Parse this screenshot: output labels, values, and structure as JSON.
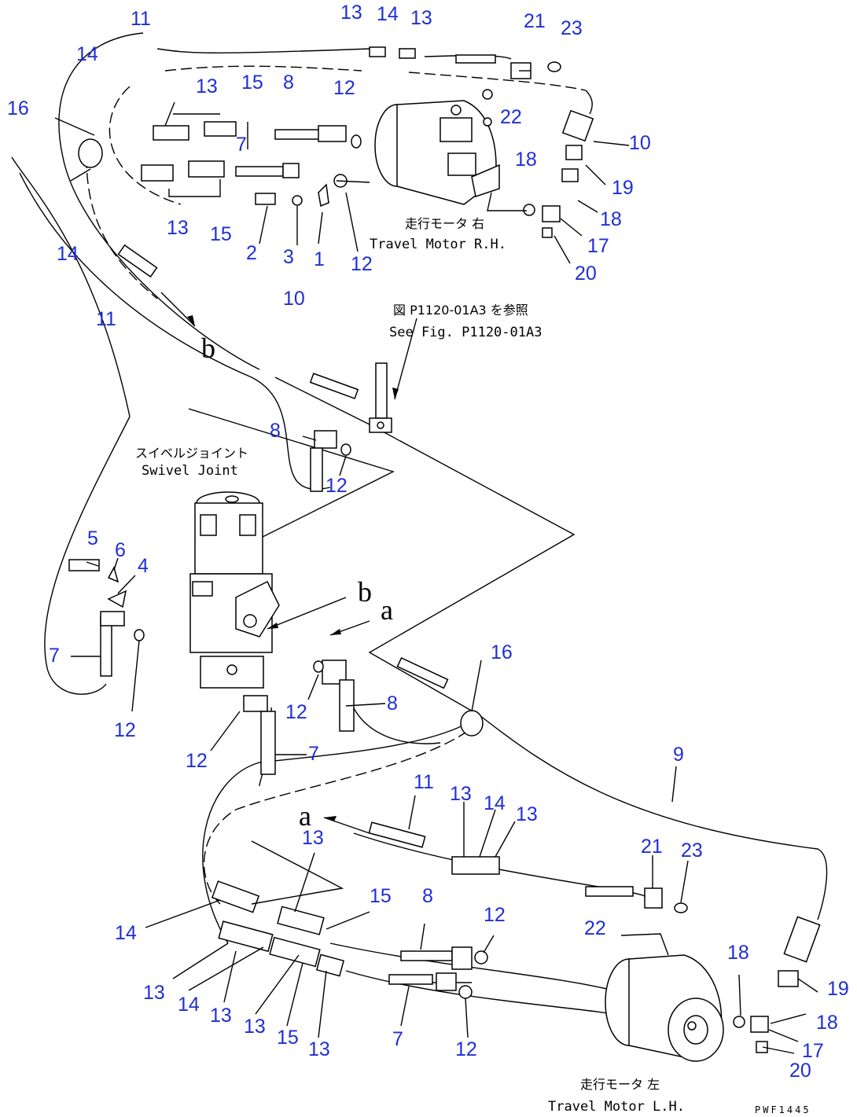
{
  "labels": {
    "travel_motor_rh_ja": "走行モータ 右",
    "travel_motor_rh_en": "Travel Motor R.H.",
    "travel_motor_lh_ja": "走行モータ 左",
    "travel_motor_lh_en": "Travel Motor L.H.",
    "swivel_joint_ja": "スイベルジョイント",
    "swivel_joint_en": "Swivel Joint",
    "see_fig_ja": "図 P1120-01A3 を参照",
    "see_fig_en": "See Fig. P1120-01A3",
    "ref_a": "a",
    "ref_b": "b",
    "drawing_number": "PWF1445"
  },
  "callouts": {
    "c1": "11",
    "c2": "13",
    "c3": "14",
    "c4": "13",
    "c5": "21",
    "c6": "23",
    "c7": "14",
    "c8": "13",
    "c9": "15",
    "c10": "8",
    "c11": "12",
    "c12": "16",
    "c13": "7",
    "c14": "22",
    "c15": "10",
    "c16": "18",
    "c17": "19",
    "c18": "18",
    "c19": "13",
    "c20": "15",
    "c21": "2",
    "c22": "3",
    "c23": "1",
    "c24": "12",
    "c25": "17",
    "c26": "14",
    "c27": "20",
    "c28": "11",
    "c29": "10",
    "c30": "8",
    "c31": "12",
    "c32": "5",
    "c33": "6",
    "c34": "4",
    "c35": "7",
    "c36": "12",
    "c37": "12",
    "c38": "8",
    "c39": "16",
    "c40": "12",
    "c41": "7",
    "c42": "9",
    "c43": "11",
    "c44": "13",
    "c45": "14",
    "c46": "13",
    "c47": "13",
    "c48": "21",
    "c49": "23",
    "c50": "14",
    "c51": "15",
    "c52": "8",
    "c53": "12",
    "c54": "22",
    "c55": "18",
    "c56": "19",
    "c57": "13",
    "c58": "14",
    "c59": "13",
    "c60": "13",
    "c61": "15",
    "c62": "13",
    "c63": "7",
    "c64": "12",
    "c65": "18",
    "c66": "17",
    "c67": "20"
  }
}
